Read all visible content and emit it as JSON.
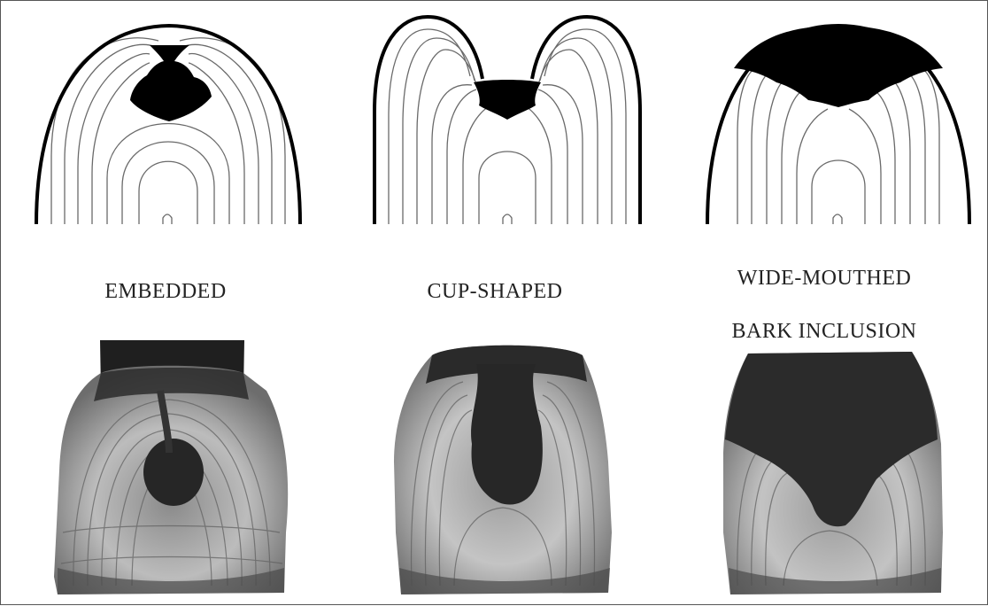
{
  "figure": {
    "panels": [
      {
        "id": "embedded",
        "caption_lines": [
          "EMBEDDED"
        ],
        "photo_alt": "cross-section of branch union with embedded bark"
      },
      {
        "id": "cup-shaped",
        "caption_lines": [
          "CUP-SHAPED"
        ],
        "photo_alt": "cross-section of branch union with cup-shaped bark inclusion"
      },
      {
        "id": "wide-mouthed",
        "caption_lines": [
          "WIDE-MOUTHED",
          "BARK INCLUSION"
        ],
        "photo_alt": "cross-section of branch union with wide-mouthed bark inclusion"
      }
    ],
    "colors": {
      "ink": "#000000",
      "ring_line": "#666666",
      "bark_dark": "#2a2a2a",
      "wood_light": "#b9b9b9",
      "wood_mid": "#8d8d8d"
    }
  }
}
